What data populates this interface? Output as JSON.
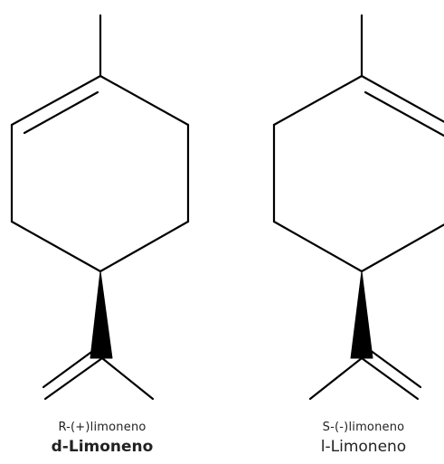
{
  "molecules": [
    {
      "descriptor": "R-(+)limoneno",
      "name": "d-Limoneno"
    },
    {
      "descriptor": "S-(-)limoneno",
      "name": "l-Limoneno"
    }
  ],
  "colors": {
    "bond": "#000000",
    "text": "#222222",
    "background": "#ffffff"
  }
}
